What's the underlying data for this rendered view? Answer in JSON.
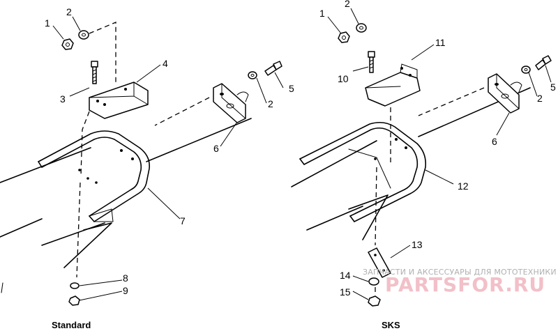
{
  "captions": {
    "standard": "Standard",
    "sks": "SKS"
  },
  "callouts": {
    "std_1": "1",
    "std_2": "2",
    "std_3": "3",
    "std_4": "4",
    "std_5": "5",
    "std_2b": "2",
    "std_6": "6",
    "std_7": "7",
    "std_8": "8",
    "std_9": "9",
    "sks_1": "1",
    "sks_2": "2",
    "sks_11": "11",
    "sks_10": "10",
    "sks_5": "5",
    "sks_2b": "2",
    "sks_6": "6",
    "sks_12": "12",
    "sks_13": "13",
    "sks_14": "14",
    "sks_15": "15"
  },
  "watermark": {
    "line": "ЗАПЧАСТИ И АКСЕССУАРЫ ДЛЯ МОТОТЕХНИКИ",
    "logo": "PARTSFOR.RU"
  }
}
